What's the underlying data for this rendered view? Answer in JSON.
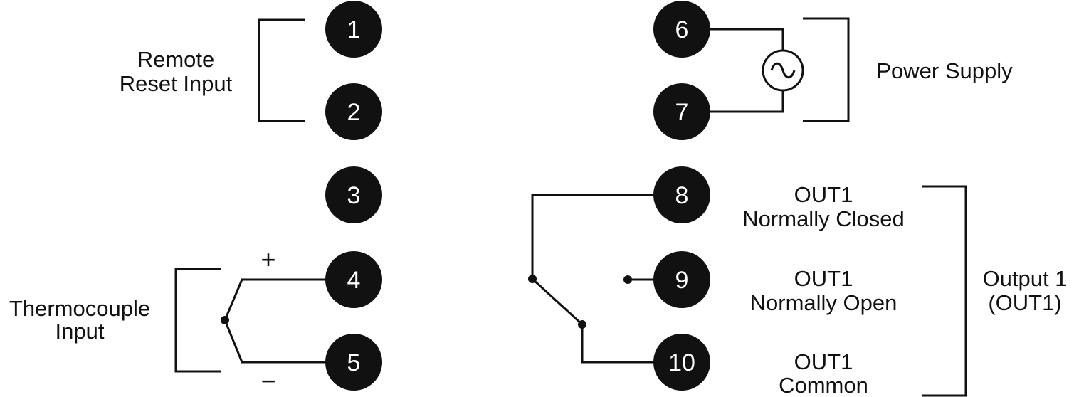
{
  "terminals": [
    "1",
    "2",
    "3",
    "4",
    "5",
    "6",
    "7",
    "8",
    "9",
    "10"
  ],
  "labels": {
    "remote_reset": [
      "Remote",
      "Reset Input"
    ],
    "thermocouple": [
      "Thermocouple",
      "Input"
    ],
    "power_supply": "Power Supply",
    "out_nc": [
      "OUT1",
      "Normally Closed"
    ],
    "out_no": [
      "OUT1",
      "Normally Open"
    ],
    "out_common": [
      "OUT1",
      "Common"
    ],
    "output1": [
      "Output 1",
      "(OUT1)"
    ]
  },
  "signs": {
    "plus": "+",
    "minus": "−"
  },
  "colors": {
    "ink": "#111111",
    "terminal_fill": "#111111",
    "terminal_text": "#ffffff",
    "background": "#ffffff"
  }
}
